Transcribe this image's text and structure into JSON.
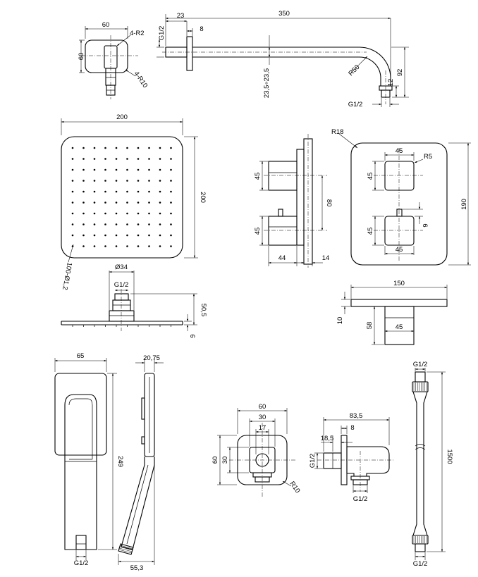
{
  "arm_top": {
    "flange_w": "60",
    "flange_h": "60",
    "corner_small": "4-R2",
    "corner_large": "4-R10",
    "dim_23": "23",
    "dim_350": "350",
    "thread": "G1/2",
    "dim_8": "8",
    "bend_radius": "R50",
    "dim_tol": "23,5÷23,5",
    "dim_12": "12",
    "dim_92": "92",
    "thread_bottom": "G1/2"
  },
  "head": {
    "width": "200",
    "height": "200",
    "nozzles": "100-Ø1,2",
    "dia": "Ø34",
    "thread": "G1/2",
    "height_total": "50,5",
    "thickness": "6"
  },
  "valve": {
    "dim_45_top": "45",
    "dim_45_bottom": "45",
    "dim_80": "80",
    "dim_44": "44",
    "dim_14": "14",
    "plate_corner": "R18",
    "knob_w_top": "45",
    "knob_corner": "R5",
    "knob_h_top": "45",
    "knob_h_bottom": "45",
    "dim_6": "6",
    "knob_w_bottom": "45",
    "plate_h": "190",
    "plate_w": "150",
    "plate_t": "10",
    "knob_depth": "58",
    "knob_w_side": "45"
  },
  "handshower": {
    "width": "65",
    "depth": "20,75",
    "length": "249",
    "thread": "G1/2",
    "tilt": "55,3"
  },
  "outlet": {
    "w": "60",
    "w_inner": "30",
    "w_port": "17",
    "h": "60",
    "h_inner": "30",
    "corner": "R10",
    "depth": "83,5",
    "dim_8": "8",
    "dim_185": "18,5",
    "thread_side": "G1/2",
    "thread_bottom": "G1/2"
  },
  "hose": {
    "thread_top": "G1/2",
    "length": "1500",
    "thread_bottom": "G1/2"
  }
}
